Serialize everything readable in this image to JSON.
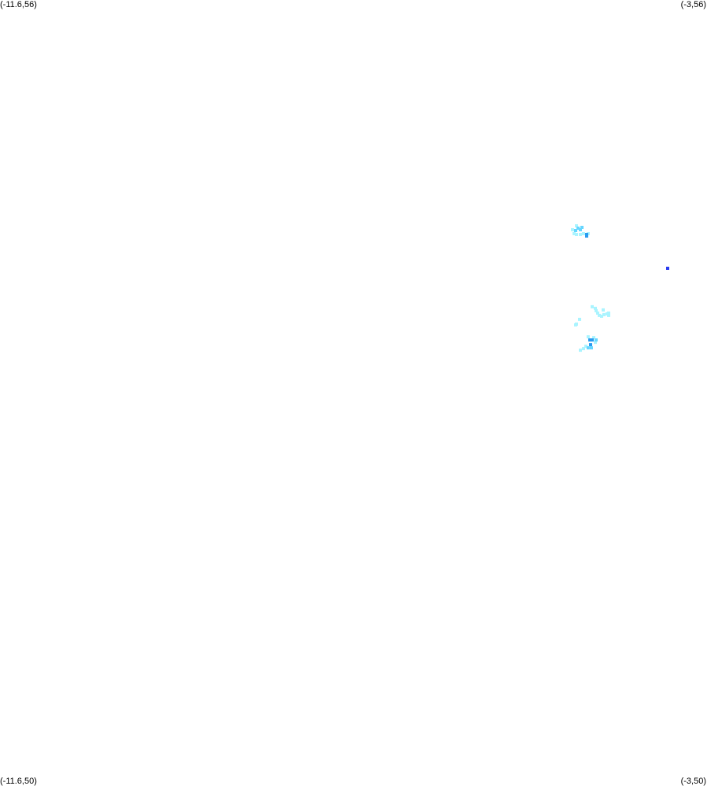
{
  "corners": {
    "top_left": "(-11.6,56)",
    "top_right": "(-3,56)",
    "bottom_left": "(-11.6,50)",
    "bottom_right": "(-3,50)"
  },
  "bounds": {
    "lon_min": -11.6,
    "lon_max": -3,
    "lat_min": 50,
    "lat_max": 56
  },
  "level_colors": {
    "1": "#aaf4ff",
    "2": "#66d6ff",
    "3": "#2a9cf0",
    "4": "#2a3cf0"
  },
  "cells": [
    [
      -4.588,
      54.276,
      1
    ],
    [
      -4.636,
      54.246,
      1
    ],
    [
      -4.617,
      54.216,
      1
    ],
    [
      -4.588,
      54.21,
      1
    ],
    [
      -4.54,
      54.21,
      1
    ],
    [
      -4.502,
      54.216,
      1
    ],
    [
      -4.445,
      54.216,
      1
    ],
    [
      -4.569,
      54.258,
      2
    ],
    [
      -4.521,
      54.264,
      2
    ],
    [
      -4.598,
      54.24,
      2
    ],
    [
      -4.54,
      54.246,
      2
    ],
    [
      -4.464,
      54.21,
      3
    ],
    [
      -4.464,
      54.198,
      3
    ],
    [
      -3.478,
      53.952,
      4
    ],
    [
      -4.397,
      53.658,
      1
    ],
    [
      -4.358,
      53.646,
      1
    ],
    [
      -4.349,
      53.628,
      1
    ],
    [
      -4.33,
      53.61,
      1
    ],
    [
      -4.311,
      53.592,
      1
    ],
    [
      -4.263,
      53.634,
      1
    ],
    [
      -4.254,
      53.598,
      1
    ],
    [
      -4.215,
      53.604,
      1
    ],
    [
      -4.196,
      53.61,
      1
    ],
    [
      -4.196,
      53.592,
      1
    ],
    [
      -4.282,
      53.586,
      1
    ],
    [
      -4.55,
      53.562,
      1
    ],
    [
      -4.588,
      53.526,
      1
    ],
    [
      -4.598,
      53.52,
      1
    ],
    [
      -4.445,
      53.429,
      1
    ],
    [
      -4.378,
      53.423,
      1
    ],
    [
      -4.358,
      53.387,
      1
    ],
    [
      -4.473,
      53.357,
      1
    ],
    [
      -4.502,
      53.339,
      1
    ],
    [
      -4.54,
      53.327,
      1
    ],
    [
      -4.425,
      53.405,
      3
    ],
    [
      -4.397,
      53.405,
      3
    ],
    [
      -4.349,
      53.405,
      2
    ],
    [
      -4.416,
      53.369,
      3
    ],
    [
      -4.445,
      53.345,
      2
    ],
    [
      -4.406,
      53.345,
      2
    ]
  ]
}
